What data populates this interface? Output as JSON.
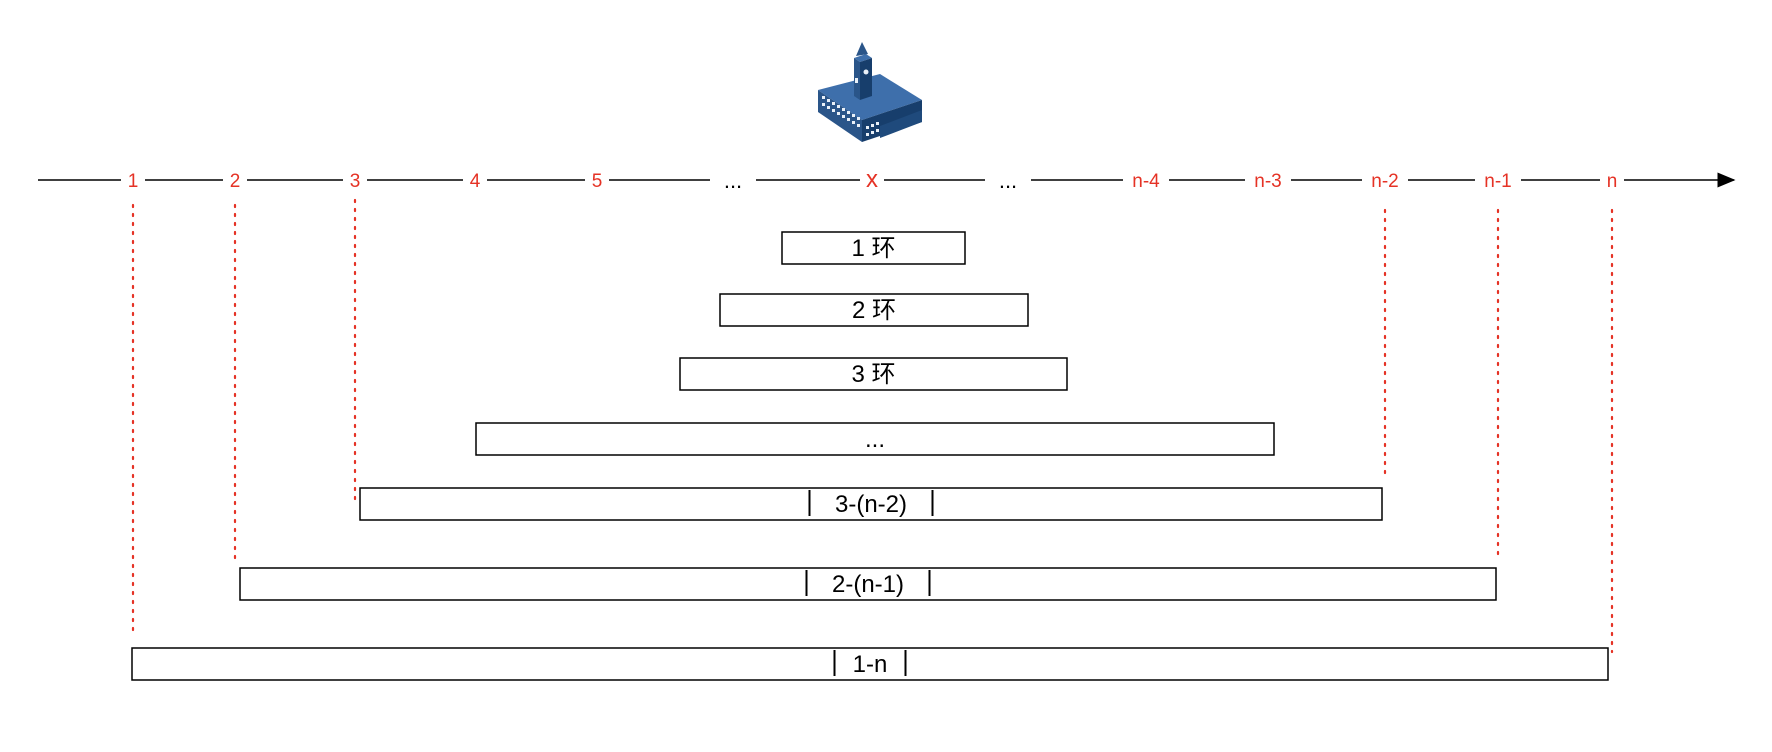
{
  "axis": {
    "ticks": [
      {
        "label": "1",
        "color": "#e53225"
      },
      {
        "label": "2",
        "color": "#e53225"
      },
      {
        "label": "3",
        "color": "#e53225"
      },
      {
        "label": "4",
        "color": "#e53225"
      },
      {
        "label": "5",
        "color": "#e53225"
      },
      {
        "label": "...",
        "color": "#000000"
      },
      {
        "label": "x",
        "color": "#e53225"
      },
      {
        "label": "...",
        "color": "#000000"
      },
      {
        "label": "n-4",
        "color": "#e53225"
      },
      {
        "label": "n-3",
        "color": "#e53225"
      },
      {
        "label": "n-2",
        "color": "#e53225"
      },
      {
        "label": "n-1",
        "color": "#e53225"
      },
      {
        "label": "n",
        "color": "#e53225"
      }
    ]
  },
  "icon": {
    "name": "school-building-icon"
  },
  "rings": [
    {
      "label": "1 环"
    },
    {
      "label": "2 环"
    },
    {
      "label": "3 环"
    },
    {
      "label": "..."
    },
    {
      "label": "3-(n-2)"
    },
    {
      "label": "2-(n-1)"
    },
    {
      "label": "1-n"
    }
  ],
  "colors": {
    "accent_red": "#e53225",
    "line": "#000000",
    "building_roof": "#2f5f9a",
    "building_side": "#1d4577"
  }
}
